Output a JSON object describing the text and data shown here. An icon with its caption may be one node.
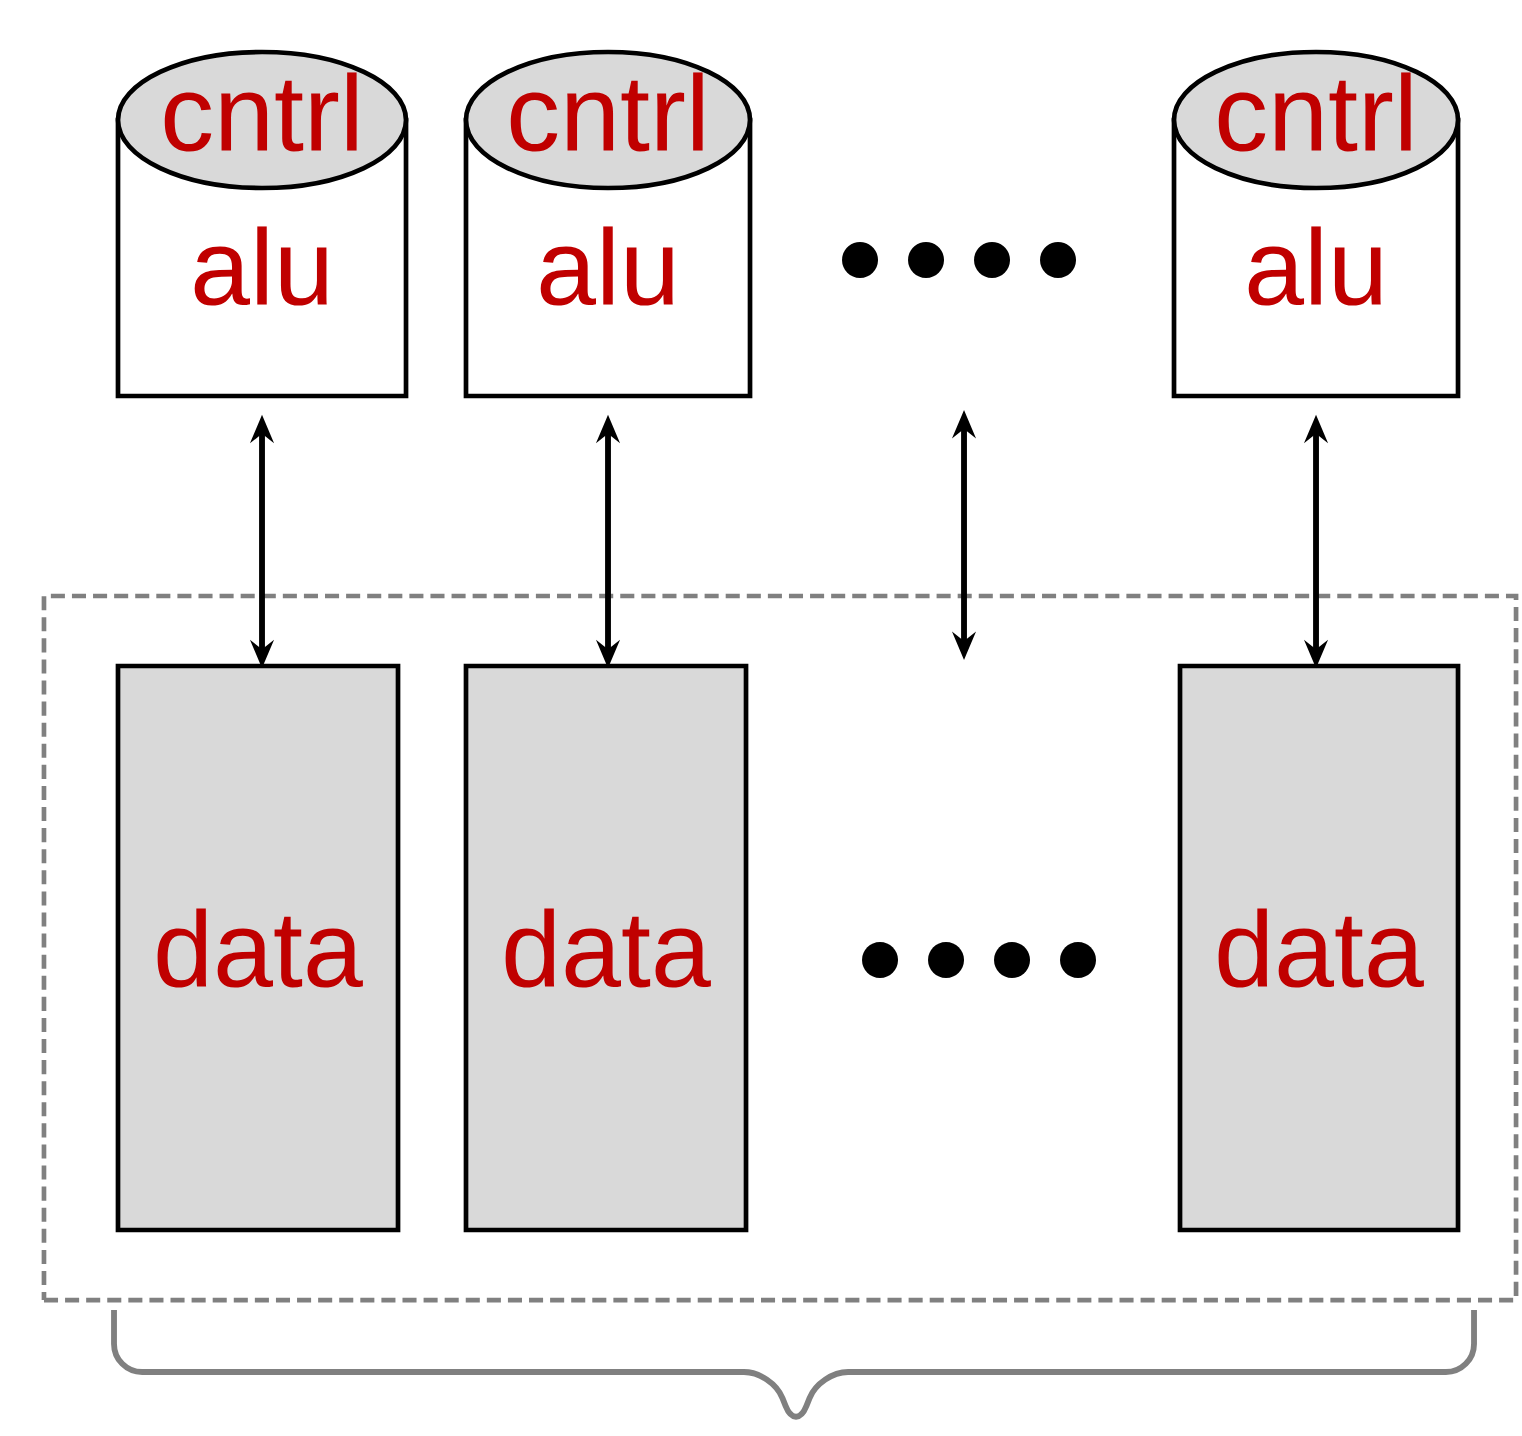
{
  "diagram": {
    "nodes": [
      {
        "text": [
          "cntrl",
          "alu"
        ]
      },
      {
        "text": [
          "cntrl",
          "alu"
        ]
      },
      {
        "text": [
          "cntrl",
          "alu"
        ]
      },
      {
        "text": [],
        "shape": "box"
      },
      {
        "text": [
          "data"
        ],
        "in": 3
      },
      {
        "text": [
          "data"
        ],
        "in": 3
      },
      {
        "text": [
          "data"
        ],
        "in": 3
      }
    ],
    "edges": [
      {
        "from": 0,
        "to": 4,
        "arrow": "both"
      },
      {
        "from": 1,
        "to": 5,
        "arrow": "both"
      },
      {
        "from": 2,
        "to": 6,
        "arrow": "both"
      }
    ]
  }
}
